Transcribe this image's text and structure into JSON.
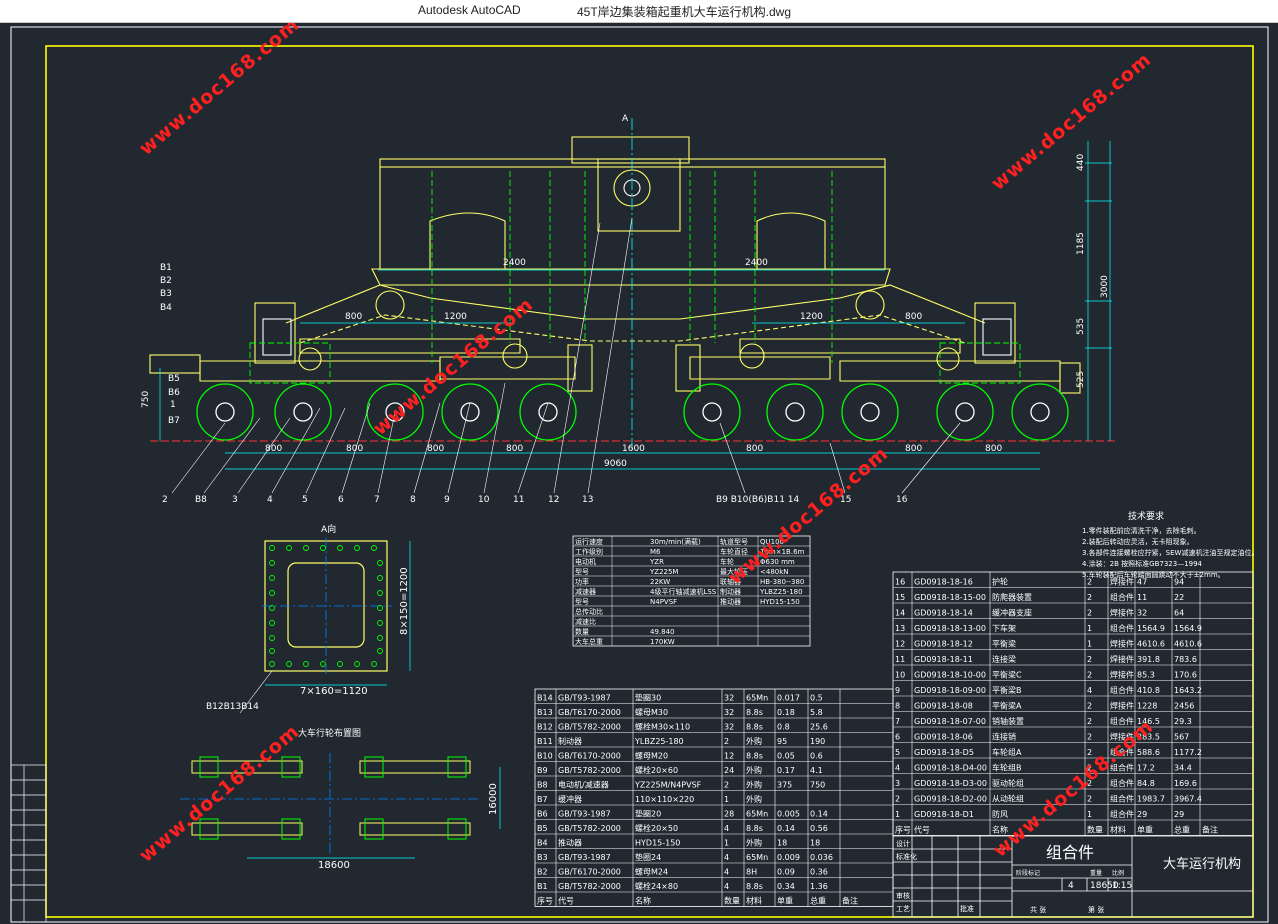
{
  "window": {
    "app_name": "Autodesk AutoCAD",
    "document_name": "45T岸边集装箱起重机大车运行机构.dwg"
  },
  "watermark": "www.doc168.com",
  "drawing": {
    "view_label_top": "A",
    "view_label_section": "A向",
    "layout_title": "大车行轮布置图",
    "left_labels": [
      "B1",
      "B2",
      "B3",
      "B4",
      "B5",
      "B6",
      "1",
      "B7"
    ],
    "dims_top": [
      "2400",
      "2400"
    ],
    "dims_mid": [
      "800",
      "1200",
      "1200",
      "800"
    ],
    "dims_bottom": [
      "800",
      "800",
      "800",
      "800",
      "1600",
      "800",
      "800",
      "800"
    ],
    "dim_total": "9060",
    "dims_right": [
      "440",
      "1185",
      "3000",
      "535",
      "525"
    ],
    "dim_height_left": "750",
    "callouts_bottom": [
      "2",
      "B8",
      "3",
      "4",
      "5",
      "6",
      "7",
      "8",
      "9",
      "10",
      "11",
      "12",
      "13"
    ],
    "callouts_bottom_right": [
      "B9 B10(B6)B11 14",
      "15",
      "16"
    ],
    "section_dims": {
      "horizontal": "7×160=1120",
      "vertical": "8×150=1200",
      "label": "B12B13B14"
    },
    "layout_dims": {
      "horizontal": "18600",
      "vertical": "16000"
    }
  },
  "tech_requirements": {
    "title": "技术要求",
    "lines": [
      "1.零件装配前应清洗干净，去除毛刺。",
      "2.装配后转动应灵活，无卡阻现象。",
      "3.各部件连接螺栓应拧紧，SEW减速机注油至规定油位。",
      "4.涂装：2B 按照标准GB7323—1994",
      "5.车轮装配后车轮踏面圆跳动不大于±2mm。"
    ]
  },
  "params_table": {
    "rows": [
      [
        "运行速度",
        "30m/min(满载)",
        "轨道型号",
        "QU100"
      ],
      [
        "工作级别",
        "M6",
        "车轮直径",
        "16m×1B.6m"
      ],
      [
        "电动机",
        "YZR",
        "车轮",
        "Φ630 mm"
      ],
      [
        "型号",
        "YZ225M",
        "最大轮压",
        "<480kN"
      ],
      [
        "功率",
        "22KW",
        "联轴器",
        "HB-380--380"
      ],
      [
        "减速器",
        "4级平行轴减速机LSS",
        "制动器",
        "YLBZ25-180"
      ],
      [
        "型号",
        "N4PVSF",
        "推动器",
        "HYD15-150"
      ],
      [
        "总传动比",
        "",
        "",
        ""
      ],
      [
        "减速比",
        "",
        "",
        ""
      ],
      [
        "数量",
        "49.840",
        "",
        ""
      ],
      [
        "大车总重",
        "170KW",
        "",
        ""
      ]
    ]
  },
  "bom_right": {
    "rows": [
      [
        "16",
        "GD0918-18-16",
        "护轮",
        "2",
        "焊接件",
        "47",
        "94",
        ""
      ],
      [
        "15",
        "GD0918-18-15-00",
        "防爬器装置",
        "2",
        "组合件",
        "11",
        "22",
        ""
      ],
      [
        "14",
        "GD0918-18-14",
        "缓冲器支座",
        "2",
        "焊接件",
        "32",
        "64",
        ""
      ],
      [
        "13",
        "GD0918-18-13-00",
        "下车架",
        "1",
        "组合件",
        "1564.9",
        "1564.9",
        ""
      ],
      [
        "12",
        "GD0918-18-12",
        "平衡梁",
        "1",
        "焊接件",
        "4610.6",
        "4610.6",
        ""
      ],
      [
        "11",
        "GD0918-18-11",
        "连接梁",
        "2",
        "焊接件",
        "391.8",
        "783.6",
        ""
      ],
      [
        "10",
        "GD0918-18-10-00",
        "平衡梁C",
        "2",
        "焊接件",
        "85.3",
        "170.6",
        ""
      ],
      [
        "9",
        "GD0918-18-09-00",
        "平衡梁B",
        "4",
        "组合件",
        "410.8",
        "1643.2",
        ""
      ],
      [
        "8",
        "GD0918-18-08",
        "平衡梁A",
        "2",
        "焊接件",
        "1228",
        "2456",
        ""
      ],
      [
        "7",
        "GD0918-18-07-00",
        "销轴装置",
        "2",
        "组合件",
        "146.5",
        "29.3",
        ""
      ],
      [
        "6",
        "GD0918-18-06",
        "连接销",
        "2",
        "焊接件",
        "283.5",
        "567",
        ""
      ],
      [
        "5",
        "GD0918-18-D5",
        "车轮组A",
        "2",
        "组合件",
        "588.6",
        "1177.2",
        ""
      ],
      [
        "4",
        "GD0918-18-D4-00",
        "车轮组B",
        "2",
        "组合件",
        "17.2",
        "34.4",
        ""
      ],
      [
        "3",
        "GD0918-18-D3-00",
        "驱动轮组",
        "2",
        "组合件",
        "84.8",
        "169.6",
        ""
      ],
      [
        "2",
        "GD0918-18-D2-00",
        "从动轮组",
        "2",
        "组合件",
        "1983.7",
        "3967.4",
        ""
      ],
      [
        "1",
        "GD0918-18-D1",
        "防风",
        "1",
        "组合件",
        "29",
        "29",
        ""
      ]
    ],
    "header": [
      "序号",
      "代号",
      "名称",
      "数量",
      "材料",
      "单重",
      "总重",
      "备注"
    ]
  },
  "bom_left": {
    "rows": [
      [
        "B14",
        "GB/T93-1987",
        "垫圈30",
        "32",
        "65Mn",
        "0.017",
        "0.5",
        ""
      ],
      [
        "B13",
        "GB/T6170-2000",
        "螺母M30",
        "32",
        "8.8s",
        "0.18",
        "5.8",
        ""
      ],
      [
        "B12",
        "GB/T5782-2000",
        "螺栓M30×110",
        "32",
        "8.8s",
        "0.8",
        "25.6",
        ""
      ],
      [
        "B11",
        "制动器",
        "YLBZ25-180",
        "2",
        "外购",
        "95",
        "190",
        ""
      ],
      [
        "B10",
        "GB/T6170-2000",
        "螺母M20",
        "12",
        "8.8s",
        "0.05",
        "0.6",
        ""
      ],
      [
        "B9",
        "GB/T5782-2000",
        "螺栓20×60",
        "24",
        "外购",
        "0.17",
        "4.1",
        ""
      ],
      [
        "B8",
        "电动机/减速器",
        "YZ225M/N4PVSF",
        "2",
        "外购",
        "375",
        "750",
        ""
      ],
      [
        "B7",
        "缓冲器",
        "110×110×220",
        "1",
        "外购",
        "",
        "",
        ""
      ],
      [
        "B6",
        "GB/T93-1987",
        "垫圈20",
        "28",
        "65Mn",
        "0.005",
        "0.14",
        ""
      ],
      [
        "B5",
        "GB/T5782-2000",
        "螺栓20×50",
        "4",
        "8.8s",
        "0.14",
        "0.56",
        ""
      ],
      [
        "B4",
        "推动器",
        "HYD15-150",
        "1",
        "外购",
        "18",
        "18",
        ""
      ],
      [
        "B3",
        "GB/T93-1987",
        "垫圈24",
        "4",
        "65Mn",
        "0.009",
        "0.036",
        ""
      ],
      [
        "B2",
        "GB/T6170-2000",
        "螺母M24",
        "4",
        "8H",
        "0.09",
        "0.36",
        ""
      ],
      [
        "B1",
        "GB/T5782-2000",
        "螺栓24×80",
        "4",
        "8.8s",
        "0.34",
        "1.36",
        ""
      ]
    ],
    "header": [
      "序号",
      "代号",
      "名称",
      "数量",
      "材料",
      "单重",
      "总重",
      "备注"
    ]
  },
  "title_block": {
    "assembly": "组合件",
    "title": "大车运行机构",
    "quantity": "4",
    "weight": "18650",
    "scale": "1:15",
    "labels": [
      "设计",
      "标准化",
      "审核",
      "工艺",
      "批准",
      "阶段标记",
      "重量",
      "比例",
      "共 张",
      "第 张"
    ]
  },
  "colors": {
    "background": "#212830",
    "frame": "#ffff00",
    "structure": "#ffff66",
    "wheels": "#00ff00",
    "dims": "#00ffff",
    "text": "#ffffff",
    "watermark": "#ff2020"
  }
}
